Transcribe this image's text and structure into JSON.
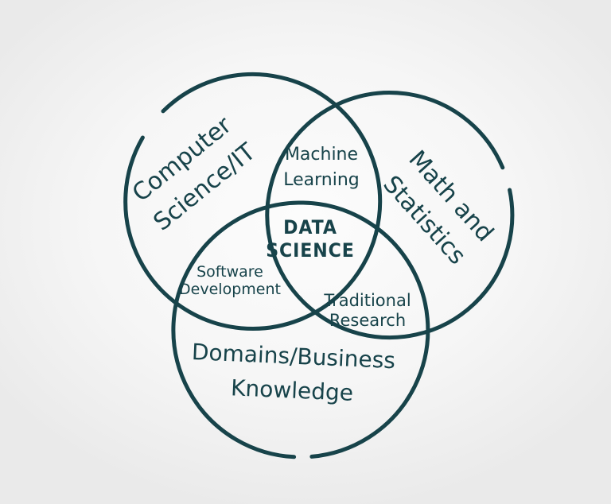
{
  "diagram": {
    "type": "venn",
    "colors": {
      "ink": "#17434a",
      "background_center": "#fcfcfc",
      "background_edge": "#eaeaea"
    },
    "sets": {
      "computer_science": {
        "line1": "Computer",
        "line2": "Science/IT"
      },
      "math_statistics": {
        "line1": "Math and",
        "line2": "Statistics"
      },
      "domains_business": {
        "line1": "Domains/Business",
        "line2": "Knowledge"
      }
    },
    "overlaps": {
      "machine_learning": {
        "line1": "Machine",
        "line2": "Learning"
      },
      "software_development": {
        "line1": "Software",
        "line2": "Development"
      },
      "traditional_research": {
        "line1": "Traditional",
        "line2": "Research"
      },
      "center": {
        "line1": "DATA",
        "line2": "SCIENCE"
      }
    }
  }
}
